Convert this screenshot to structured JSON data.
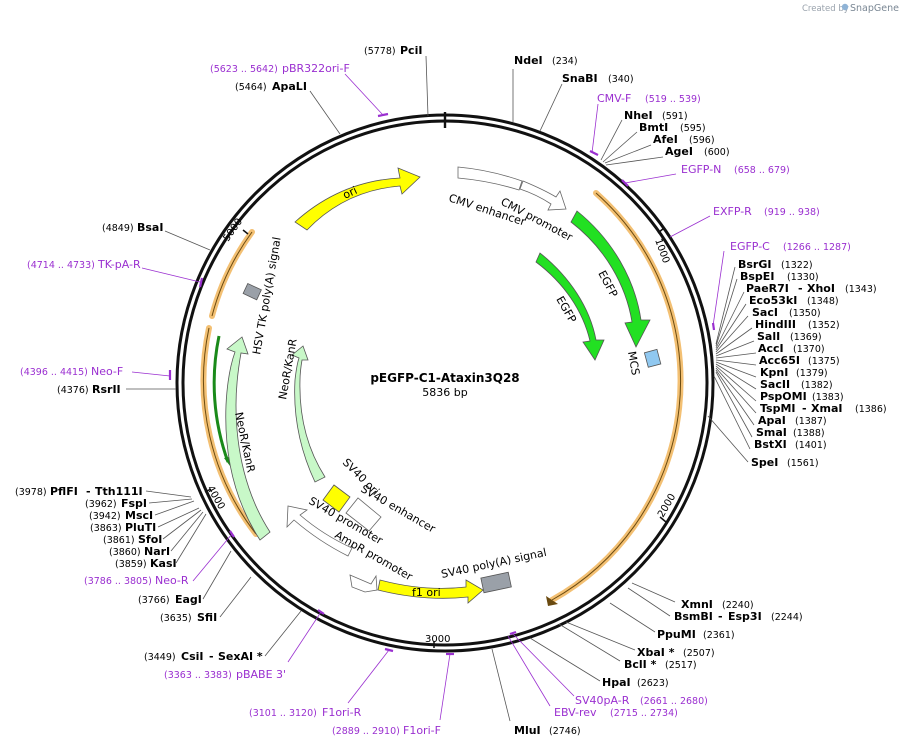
{
  "branding": {
    "created_by": "Created by",
    "app_name": "SnapGene"
  },
  "plasmid": {
    "name": "pEGFP-C1-Ataxin3Q28",
    "length": "5836 bp"
  },
  "ticks": [
    "1000",
    "2000",
    "3000",
    "4000",
    "5000"
  ],
  "features": {
    "ori": "ori",
    "cmv_enhancer": "CMV enhancer",
    "cmv_promoter": "CMV promoter",
    "egfp_1": "EGFP",
    "egfp_2": "EGFP",
    "mcs": "MCS",
    "sv40_polya": "SV40 poly(A) signal",
    "f1_ori": "f1 ori",
    "ampr_promoter": "AmpR promoter",
    "sv40_promoter": "SV40 promoter",
    "sv40_ori": "SV40 ori",
    "sv40_enhancer": "SV40 enhancer",
    "neokan_1": "NeoR/KanR",
    "neokan_2": "NeoR/KanR",
    "hsv_tk": "HSV TK poly(A) signal"
  },
  "colors": {
    "ori": "#ffff00",
    "egfp": "#22e022",
    "mcs": "#90c8f0",
    "neo": "#c8f8c8",
    "orf": "#f0b050",
    "primer": "#9a2fd0",
    "polya": "#9aa0a8"
  },
  "enzymes": {
    "pcii": {
      "name": "PciI",
      "pos": "(5778)"
    },
    "ndei": {
      "name": "NdeI",
      "pos": "(234)"
    },
    "apali": {
      "name": "ApaLI",
      "pos": "(5464)"
    },
    "snabi": {
      "name": "SnaBI",
      "pos": "(340)"
    },
    "nhei": {
      "name": "NheI",
      "pos": "(591)"
    },
    "bmti": {
      "name": "BmtI",
      "pos": "(595)"
    },
    "afei": {
      "name": "AfeI",
      "pos": "(596)"
    },
    "agei": {
      "name": "AgeI",
      "pos": "(600)"
    },
    "bsai": {
      "name": "BsaI",
      "pos": "(4849)"
    },
    "bsrgi": {
      "name": "BsrGI",
      "pos": "(1322)"
    },
    "bspei": {
      "name": "BspEI",
      "pos": "(1330)"
    },
    "paer7i": {
      "name": "PaeR7I",
      "sep": "-",
      "name2": "XhoI",
      "pos": "(1343)"
    },
    "eco53ki": {
      "name": "Eco53kI",
      "pos": "(1348)"
    },
    "saci": {
      "name": "SacI",
      "pos": "(1350)"
    },
    "hindiii": {
      "name": "HindIII",
      "pos": "(1352)"
    },
    "sali": {
      "name": "SalI",
      "pos": "(1369)"
    },
    "acci": {
      "name": "AccI",
      "pos": "(1370)"
    },
    "acc65i": {
      "name": "Acc65I",
      "pos": "(1375)"
    },
    "kpni": {
      "name": "KpnI",
      "pos": "(1379)"
    },
    "sacii": {
      "name": "SacII",
      "pos": "(1382)"
    },
    "pspomi": {
      "name": "PspOMI",
      "pos": "(1383)"
    },
    "tspmi": {
      "name": "TspMI",
      "sep": "-",
      "name2": "XmaI",
      "pos": "(1386)"
    },
    "apai": {
      "name": "ApaI",
      "pos": "(1387)"
    },
    "smai": {
      "name": "SmaI",
      "pos": "(1388)"
    },
    "bstxi": {
      "name": "BstXI",
      "pos": "(1401)"
    },
    "spei": {
      "name": "SpeI",
      "pos": "(1561)"
    },
    "rsrii": {
      "name": "RsrII",
      "pos": "(4376)"
    },
    "pflfi": {
      "name": "PflFI",
      "sep": "-",
      "name2": "Tth111I",
      "pos": "(3978)"
    },
    "fspi": {
      "name": "FspI",
      "pos": "(3962)"
    },
    "msci": {
      "name": "MscI",
      "pos": "(3942)"
    },
    "pluti": {
      "name": "PluTI",
      "pos": "(3863)"
    },
    "sfoi": {
      "name": "SfoI",
      "pos": "(3861)"
    },
    "nari": {
      "name": "NarI",
      "pos": "(3860)"
    },
    "kasi": {
      "name": "KasI",
      "pos": "(3859)"
    },
    "eagi": {
      "name": "EagI",
      "pos": "(3766)"
    },
    "sfii": {
      "name": "SfiI",
      "pos": "(3635)"
    },
    "csii": {
      "name": "CsiI",
      "sep": "-",
      "name2": "SexAI *",
      "pos": "(3449)"
    },
    "xmni": {
      "name": "XmnI",
      "pos": "(2240)"
    },
    "bsmbi": {
      "name": "BsmBI",
      "sep": "-",
      "name2": "Esp3I",
      "pos": "(2244)"
    },
    "ppumi": {
      "name": "PpuMI",
      "pos": "(2361)"
    },
    "xbai": {
      "name": "XbaI *",
      "pos": "(2507)"
    },
    "bcli": {
      "name": "BclI *",
      "pos": "(2517)"
    },
    "hpai": {
      "name": "HpaI",
      "pos": "(2623)"
    },
    "mlui": {
      "name": "MluI",
      "pos": "(2746)"
    }
  },
  "primers": {
    "pbr322ori": {
      "name": "pBR322ori-F",
      "range": "(5623 .. 5642)"
    },
    "cmvf": {
      "name": "CMV-F",
      "range": "(519 .. 539)"
    },
    "egfpn": {
      "name": "EGFP-N",
      "range": "(658 .. 679)"
    },
    "exfpr": {
      "name": "EXFP-R",
      "range": "(919 .. 938)"
    },
    "egfpc": {
      "name": "EGFP-C",
      "range": "(1266 .. 1287)"
    },
    "tkpar": {
      "name": "TK-pA-R",
      "range": "(4714 .. 4733)"
    },
    "neof": {
      "name": "Neo-F",
      "range": "(4396 .. 4415)"
    },
    "neor": {
      "name": "Neo-R",
      "range": "(3786 .. 3805)"
    },
    "pbabe": {
      "name": "pBABE 3'",
      "range": "(3363 .. 3383)"
    },
    "f1orir": {
      "name": "F1ori-R",
      "range": "(3101 .. 3120)"
    },
    "f1orif": {
      "name": "F1ori-F",
      "range": "(2889 .. 2910)"
    },
    "sv40par": {
      "name": "SV40pA-R",
      "range": "(2661 .. 2680)"
    },
    "ebvrev": {
      "name": "EBV-rev",
      "range": "(2715 .. 2734)"
    }
  }
}
